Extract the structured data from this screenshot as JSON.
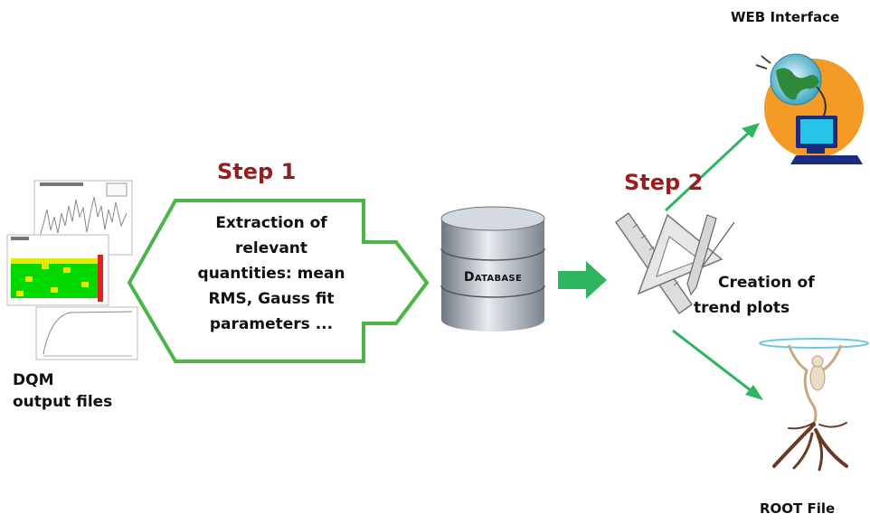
{
  "input": {
    "label_line1": "DQM",
    "label_line2": "output files"
  },
  "step1": {
    "label": "Step 1",
    "description_lines": [
      "Extraction of",
      "relevant",
      "quantities: mean",
      "RMS, Gauss fit",
      "parameters ..."
    ]
  },
  "database": {
    "label": "Database"
  },
  "step2": {
    "label": "Step 2",
    "creation_line1": "Creation of",
    "creation_line2": "trend plots"
  },
  "web": {
    "label": "WEB Interface"
  },
  "root": {
    "label": "ROOT File"
  },
  "colors": {
    "step_red": "#9b1c1c",
    "arrow_green": "#2fb45f",
    "outline_green": "#4bb54a",
    "globe_orange": "#f39a27"
  }
}
